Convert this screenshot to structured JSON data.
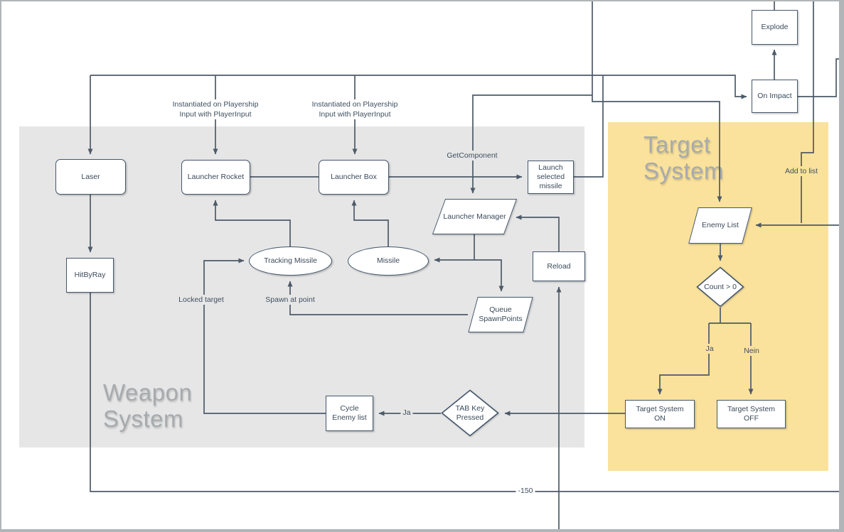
{
  "diagram": {
    "colors": {
      "weapon_region_fill": "#e6e6e6",
      "target_region_fill": "#fae29c",
      "node_border": "#44566b",
      "connector": "#4d5a68",
      "node_text": "#3a4a5a",
      "region_title_text": "#a7abae"
    },
    "regions": {
      "weapon": {
        "title": "Weapon\nSystem"
      },
      "target": {
        "title": "Target\nSystem"
      }
    },
    "nodes": {
      "laser": {
        "label": "Laser"
      },
      "launcher_rocket": {
        "label": "Launcher Rocket"
      },
      "launcher_box": {
        "label": "Launcher Box"
      },
      "launch_selected_missile": {
        "label": "Launch\nselected\nmissile"
      },
      "hit_by_ray": {
        "label": "HitByRay"
      },
      "tracking_missile": {
        "label": "Tracking Missile"
      },
      "missile": {
        "label": "Missile"
      },
      "launcher_manager": {
        "label": "Launcher Manager"
      },
      "queue_spawnpoints": {
        "label": "Queue\nSpawnPoints"
      },
      "reload": {
        "label": "Reload"
      },
      "cycle_enemy_list": {
        "label": "Cycle\nEnemy list"
      },
      "tab_key_pressed": {
        "label": "TAB Key\nPressed"
      },
      "target_system_on": {
        "label": "Target System\nON"
      },
      "target_system_off": {
        "label": "Target System\nOFF"
      },
      "enemy_list": {
        "label": "Enemy List"
      },
      "count_gt_zero": {
        "label": "Count > 0"
      },
      "explode": {
        "label": "Explode"
      },
      "on_impact": {
        "label": "On Impact"
      }
    },
    "edge_labels": {
      "instantiated_rocket": "Instantiated on Playership\nInput with PlayerInput",
      "instantiated_box": "Instantiated on Playership\nInput with PlayerInput",
      "get_component": "GetComponent",
      "add_to_list": "Add to list",
      "locked_target": "Locked target",
      "spawn_at_point": "Spawn at point",
      "ja_tab_to_cycle": "Ja",
      "ja_count_branch": "Ja",
      "nein_count_branch": "Nein",
      "minus_150": "-150"
    }
  }
}
